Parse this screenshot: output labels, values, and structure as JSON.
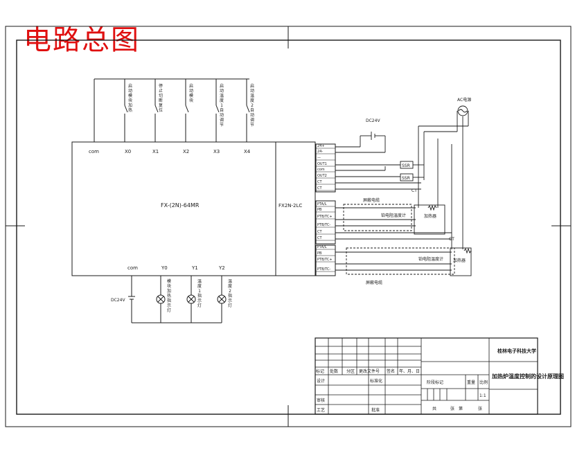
{
  "title": "电路总图",
  "plc": {
    "main_label": "FX-(2N)-64MR",
    "input_com": "com",
    "inputs": [
      "X0",
      "X1",
      "X2",
      "X3",
      "X4"
    ],
    "output_com": "com",
    "outputs": [
      "Y0",
      "Y1",
      "Y2"
    ],
    "module_label": "FX2N-2LC",
    "module_pins": [
      "24+",
      "24-",
      "—",
      "OUT1",
      "com",
      "OUT2",
      "CT",
      "CT",
      "PTA/L",
      "PB",
      "PTB/TC+",
      "PTB/TC-",
      "CT",
      "CT",
      "PTA/L",
      "PB",
      "PTB/TC+",
      "PTB/TC-"
    ]
  },
  "input_switches": [
    "启动模块加热",
    "停止切断复位",
    "启动模块",
    "启动温度1自动调节",
    "启动温度2自动调节"
  ],
  "output_lamps": [
    "模块加热指示灯",
    "温度1指示灯",
    "温度2指示灯"
  ],
  "dc_supply_top": "DC24V",
  "dc_supply_bottom": "DC24V",
  "ac_source": "AC电源",
  "ssr_labels": [
    "SSR",
    "SSR"
  ],
  "ct_labels": [
    "CT",
    "CT"
  ],
  "sensor_labels": [
    "铂电阻温度计",
    "铂电阻温度计"
  ],
  "heater_labels": [
    "加热器",
    "加热器"
  ],
  "cable_labels": [
    "屏蔽电缆",
    "屏蔽电缆"
  ],
  "title_block": {
    "university": "桂林电子科技大学",
    "drawing_title": "加热炉温度控制的设计原理图",
    "headers": [
      "标记",
      "处数",
      "分区",
      "更改文件号",
      "签名",
      "年、月、日"
    ],
    "rows": [
      "设计",
      "标准化",
      "审核",
      "工艺",
      "批准"
    ],
    "stage_labels": [
      "阶段标记",
      "重量",
      "比例"
    ],
    "scale": "1:1",
    "sheet_labels": [
      "共",
      "张",
      "第",
      "张"
    ]
  },
  "colors": {
    "line": "#1a1a1a",
    "title": "#e01010",
    "background": "#ffffff"
  }
}
